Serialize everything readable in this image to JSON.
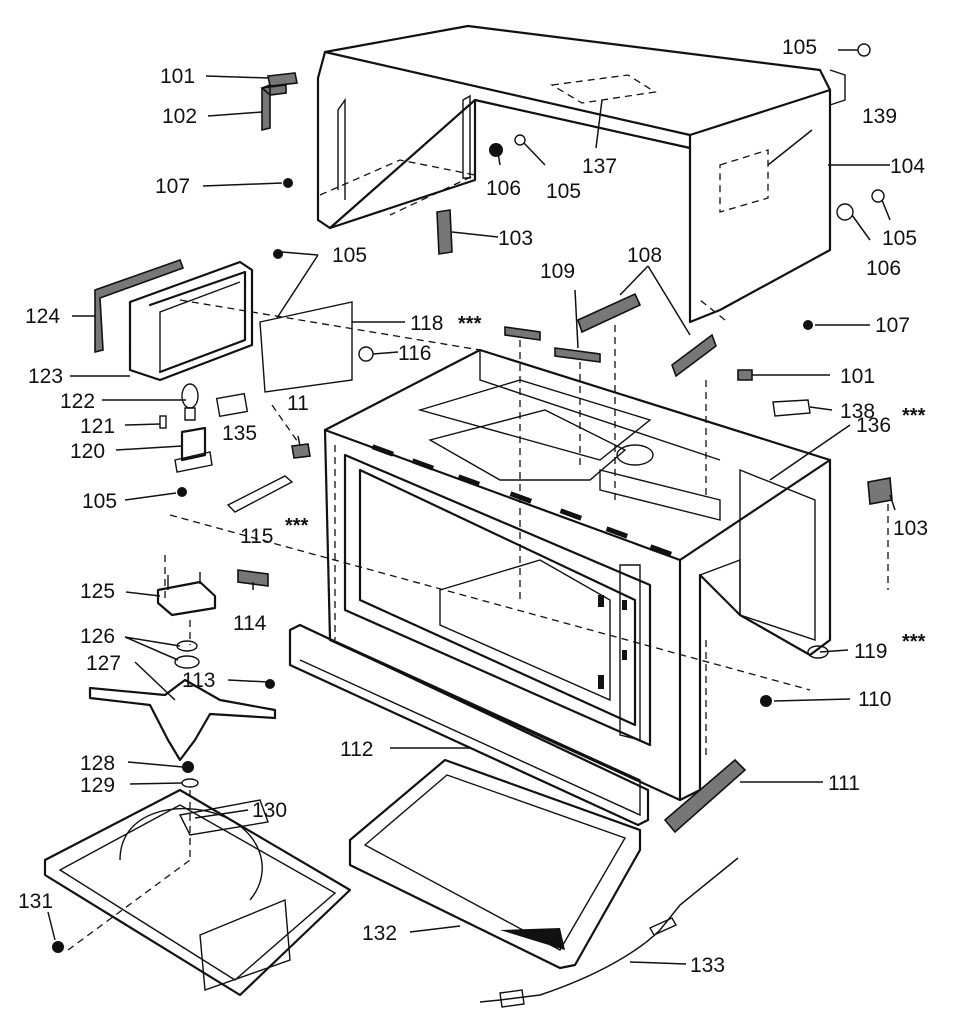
{
  "labels": {
    "l101a": "101",
    "l102": "102",
    "l107a": "107",
    "l105a": "105",
    "l106a": "106",
    "l105b": "105",
    "l137": "137",
    "l139": "139",
    "l104": "104",
    "l105c": "105",
    "l106b": "106",
    "l107b": "107",
    "l103a": "103",
    "l109": "109",
    "l108": "108",
    "l105d": "105",
    "l124": "124",
    "l118": "118",
    "l116": "116",
    "l123": "123",
    "l122": "122",
    "l121": "121",
    "l11": "11",
    "l135": "135",
    "l120": "120",
    "l105e": "105",
    "l115": "115",
    "l101b": "101",
    "l138": "138",
    "l136": "136",
    "l103b": "103",
    "l119": "119",
    "l125": "125",
    "l114": "114",
    "l126": "126",
    "l127": "127",
    "l113": "113",
    "l110": "110",
    "l112": "112",
    "l111": "111",
    "l128": "128",
    "l129": "129",
    "l130": "130",
    "l131": "131",
    "l132": "132",
    "l133": "133"
  },
  "asterisks": {
    "a118": "***",
    "a136": "***",
    "a115": "***",
    "a119": "***"
  }
}
